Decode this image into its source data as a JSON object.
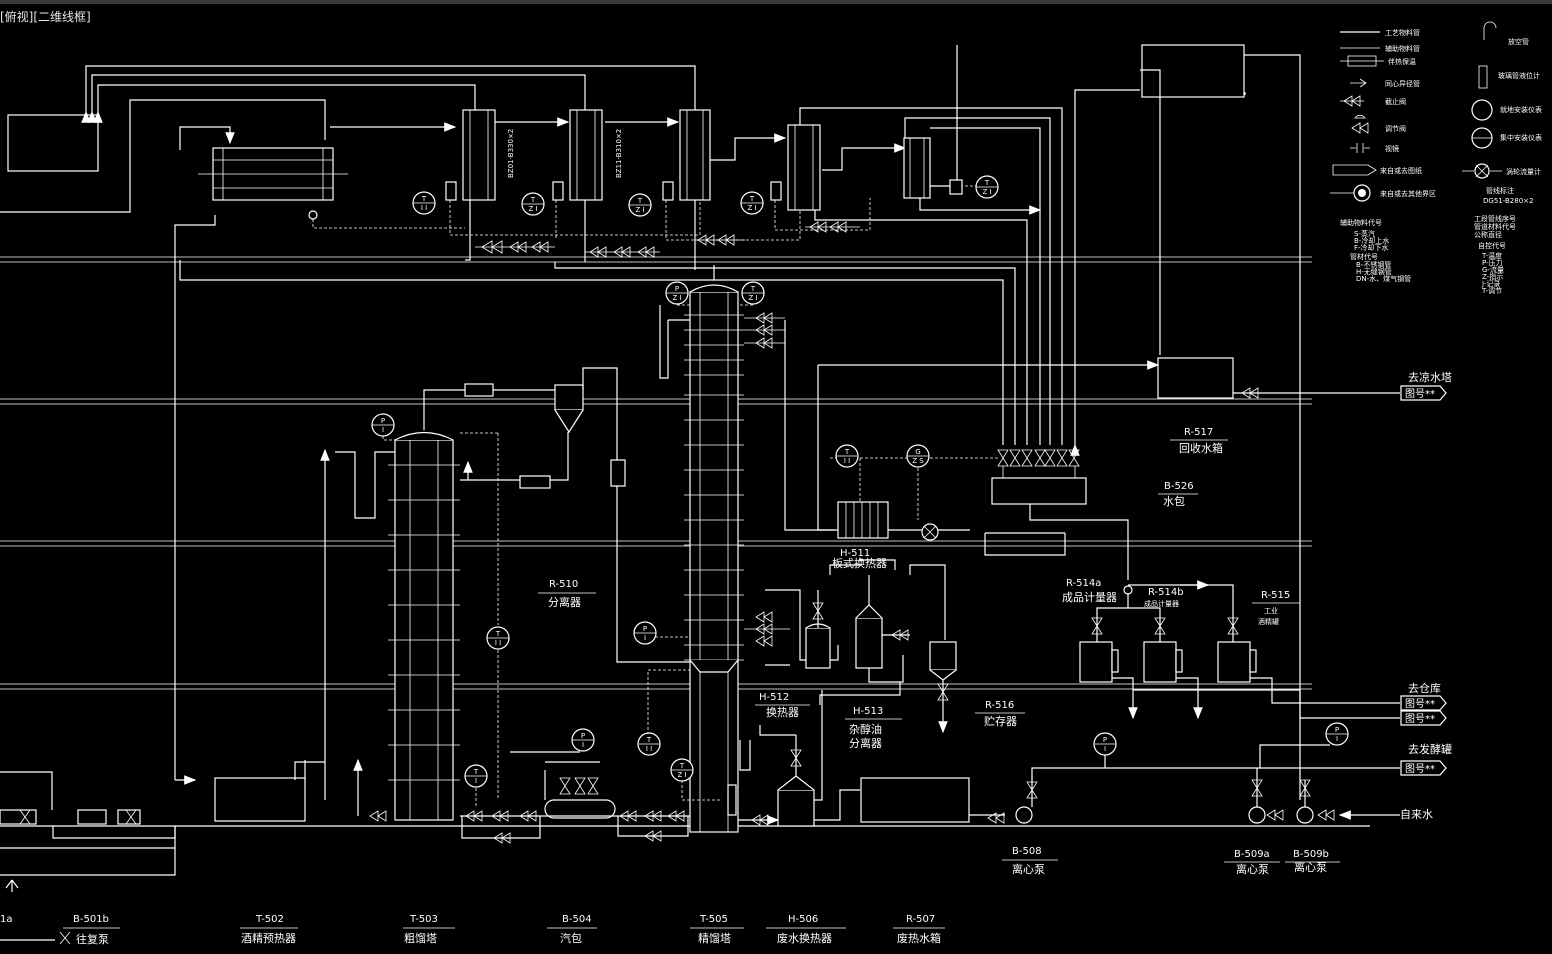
{
  "view_label": "[俯视][二维线框]",
  "equipment": {
    "b501a": {
      "tag": "1a"
    },
    "b501b": {
      "tag": "B-501b",
      "name": "往复泵"
    },
    "t502": {
      "tag": "T-502",
      "name": "酒精预热器"
    },
    "t503": {
      "tag": "T-503",
      "name": "粗馏塔"
    },
    "b504": {
      "tag": "B-504",
      "name": "汽包"
    },
    "t505": {
      "tag": "T-505",
      "name": "精馏塔"
    },
    "h506": {
      "tag": "H-506",
      "name": "废水换热器"
    },
    "r507": {
      "tag": "R-507",
      "name": "废热水箱"
    },
    "b508": {
      "tag": "B-508",
      "name": "离心泵"
    },
    "b509a": {
      "tag": "B-509a",
      "name": "离心泵"
    },
    "b509b": {
      "tag": "B-509b",
      "name": "离心泵"
    },
    "r510": {
      "tag": "R-510",
      "name": "分离器"
    },
    "h511": {
      "tag": "H-511",
      "name": "板式换热器"
    },
    "h512": {
      "tag": "H-512",
      "name": "换热器"
    },
    "h513": {
      "tag": "H-513",
      "name1": "杂醇油",
      "name2": "分离器"
    },
    "r514a": {
      "tag": "R-514a",
      "name": "成品计量器"
    },
    "r514b": {
      "tag": "R-514b",
      "name": "成品计量器"
    },
    "r515": {
      "tag": "R-515",
      "name1": "工业",
      "name2": "酒精罐"
    },
    "r516": {
      "tag": "R-516",
      "name": "贮存器"
    },
    "r517": {
      "tag": "R-517",
      "name": "回收水箱"
    },
    "r526": {
      "tag": "B-526",
      "name": "水包"
    }
  },
  "exchanger_labels": [
    "BZ01-B330×2",
    "BZ11-B310×2"
  ],
  "destinations": {
    "to_water_tower": {
      "label": "去凉水塔",
      "ref": "图号**"
    },
    "to_warehouse": {
      "label": "去仓库",
      "ref1": "图号**",
      "ref2": "图号**"
    },
    "to_fermenter": {
      "label": "去发酵罐",
      "ref": "图号**"
    },
    "tap_water": {
      "label": "自来水"
    }
  },
  "instruments": [
    {
      "id": "i1",
      "top": "T",
      "bottom": "I I"
    },
    {
      "id": "i2",
      "top": "T",
      "bottom": "Z I"
    },
    {
      "id": "i3",
      "top": "T",
      "bottom": "Z I"
    },
    {
      "id": "i4",
      "top": "T",
      "bottom": "Z I"
    },
    {
      "id": "i5",
      "top": "T",
      "bottom": "Z I"
    },
    {
      "id": "i6",
      "top": "P",
      "bottom": "Z I"
    },
    {
      "id": "i7",
      "top": "T",
      "bottom": "Z I"
    },
    {
      "id": "i8",
      "top": "P",
      "bottom": "I"
    },
    {
      "id": "i9",
      "top": "T",
      "bottom": "I I"
    },
    {
      "id": "i10",
      "top": "G",
      "bottom": "Z S"
    },
    {
      "id": "i11",
      "top": "T",
      "bottom": "I I"
    },
    {
      "id": "i12",
      "top": "P",
      "bottom": "I"
    },
    {
      "id": "i13",
      "top": "T",
      "bottom": "I"
    },
    {
      "id": "i14",
      "top": "P",
      "bottom": "I"
    },
    {
      "id": "i15",
      "top": "T",
      "bottom": "I I"
    },
    {
      "id": "i16",
      "top": "T",
      "bottom": "Z I"
    },
    {
      "id": "i17",
      "top": "P",
      "bottom": "I"
    },
    {
      "id": "i18",
      "top": "P",
      "bottom": "I"
    }
  ],
  "legend": {
    "items": [
      "工艺物料管",
      "辅助物料管",
      "伴热保温",
      "同心异径管",
      "截止阀",
      "调节阀",
      "视镜",
      "来自或去图纸",
      "来自或去其他界区"
    ],
    "right_items": [
      "放空管",
      "玻璃管液位计",
      "就地安装仪表",
      "集中安装仪表",
      "涡轮流量计"
    ],
    "pipe_label_caption": "管线标注",
    "pipe_label_example": "DG51-B280×2",
    "pipe_label_notes": [
      "工段管线序号",
      "管道材料代号",
      "公称直径"
    ],
    "aux_title": "辅助物料代号",
    "aux_items": [
      "S-蒸汽",
      "B-冷却上水",
      "F-冷却下水"
    ],
    "pipe_code_title": "管材代号",
    "pipe_codes": [
      "B-不锈钢管",
      "H-无缝钢管",
      "DN-水、煤气钢管"
    ],
    "control_title": "自控代号",
    "control_items": [
      "T-温度",
      "P-压力",
      "G-流量",
      "Z-指示",
      "J-记录",
      "T-调节"
    ]
  }
}
